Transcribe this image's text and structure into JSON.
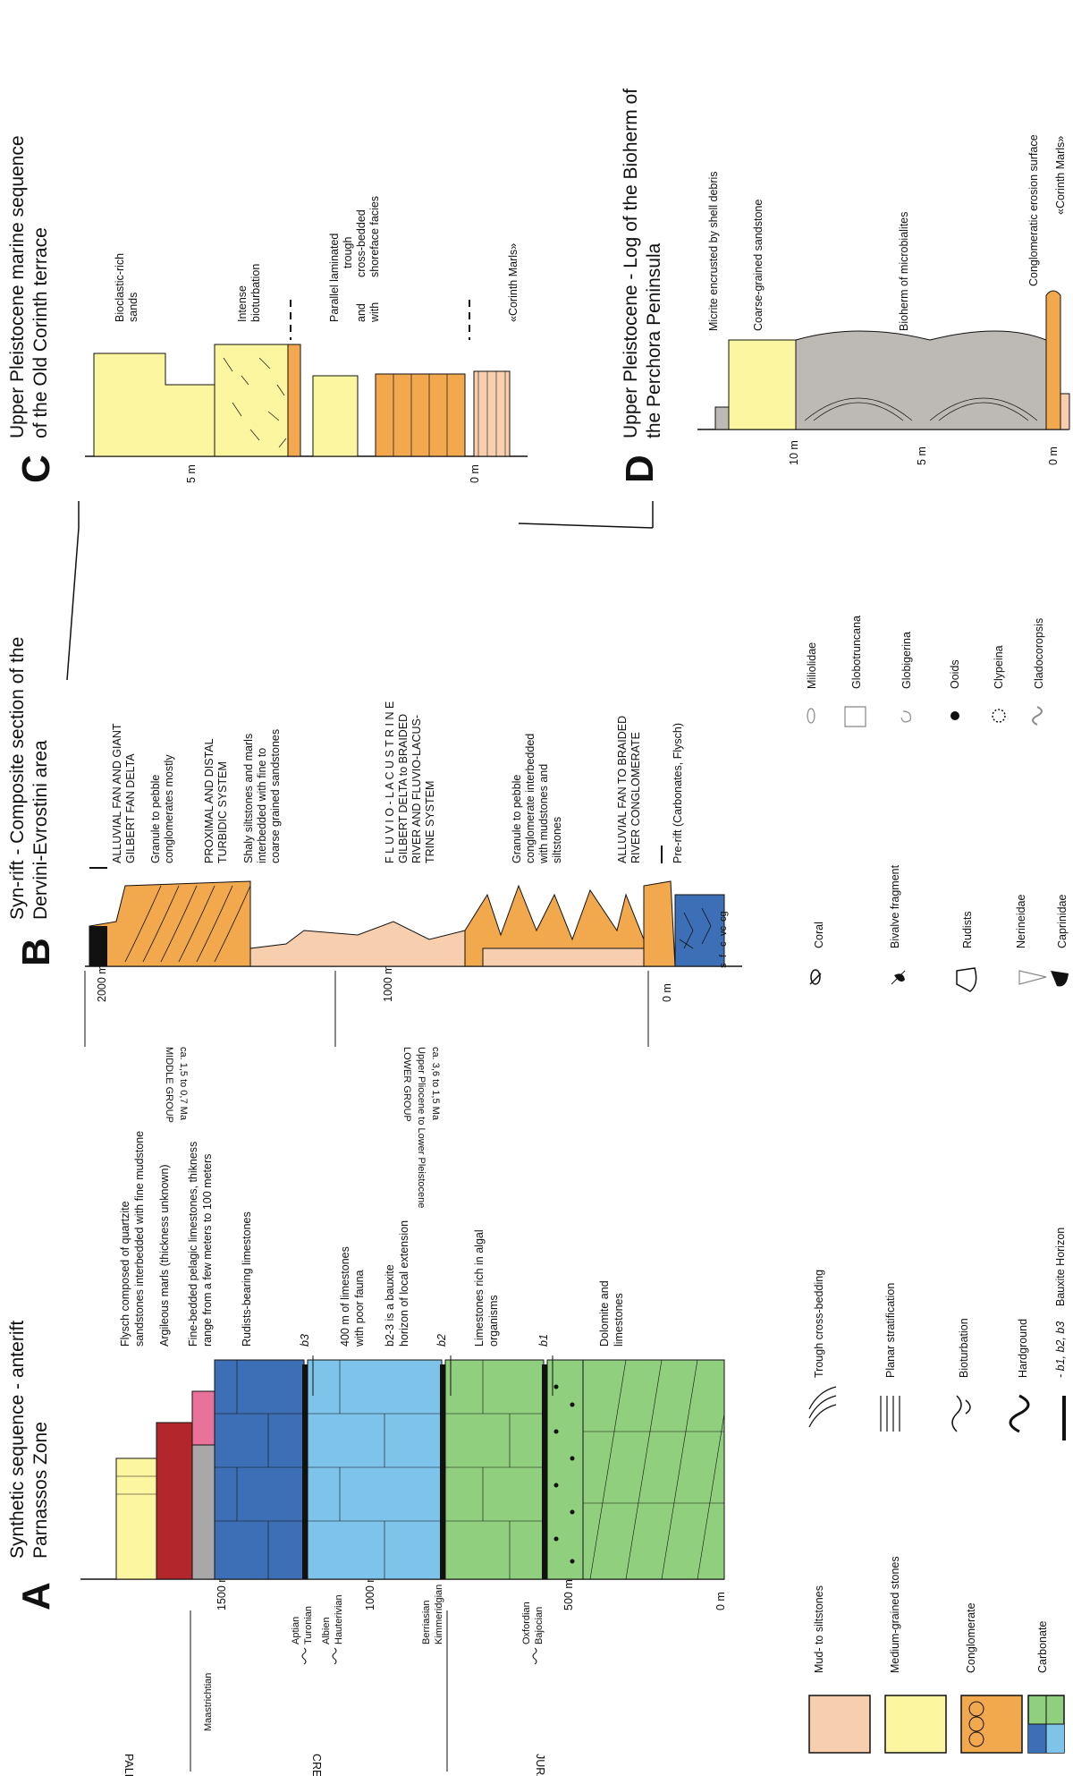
{
  "panelA": {
    "letter": "A",
    "title1": "Synthetic sequence - anterift",
    "title2": "Parnassos Zone",
    "periods": {
      "paleocene": "PALEOCENE",
      "cretaceous": "CRETACEOUS",
      "jurassic": "JURASSIC"
    },
    "stages": {
      "maastrichtian": "Maastrichtian",
      "aptian": "Aptian",
      "turonian": "Turonian",
      "albien": "Albien",
      "hauterivian": "Hauterivian",
      "berriasian": "Berriasian",
      "kimmeridgian": "Kimmeridgian",
      "oxfordian": "Oxfordian",
      "bajocian": "Bajocian"
    },
    "scale": {
      "m1500": "1500 m",
      "m1000": "1000 m",
      "m500": "500 m",
      "m0": "0 m"
    },
    "horizons": {
      "b1": "b1",
      "b2": "b2",
      "b3": "b3"
    },
    "desc": {
      "flysch1": "Flysch composed of quartzite",
      "flysch2": "sandstones interbedded with fine mudstone",
      "marls": "Argileous marls (thickness unknown)",
      "pelagic1": "Fine-bedded pelagic limestones, thikness",
      "pelagic2": "range from a few meters to 100 meters",
      "rudists": "Rudists-bearing limestones",
      "lime400a": "400 m of limestones",
      "lime400b": "with poor fauna",
      "baux1": "b2-3 is a bauxite",
      "baux2": "horizon of local extension",
      "algal1": "Limestones rich in algal",
      "algal2": "organisms",
      "dolo1": "Dolomite and",
      "dolo2": "limestones"
    }
  },
  "panelB": {
    "letter": "B",
    "title1": "Syn-rift - Composite section of the",
    "title2": "Dervini-Evrostini area",
    "groups": {
      "middle1": "MIDDLE GROUP",
      "middle2": "ca. 1,5 to 0,7 Ma",
      "lower1": "LOWER GROUP",
      "lower2": "Upper Pliocene to Lower Pleistocene",
      "lower3": "ca. 3,6 to 1,5 Ma"
    },
    "scale": {
      "m2000": "2000 m",
      "m1000": "1000 m",
      "m0": "0 m"
    },
    "grain": {
      "s": "s",
      "f": "f",
      "c": "c",
      "vc": "vc",
      "cg": "cg"
    },
    "desc": {
      "alluvial1": "ALLUVIAL FAN AND GIANT",
      "alluvial2": "GILBERT FAN DELTA",
      "granule1": "Granule          to          pebble",
      "granule2": "conglomerates mostly",
      "turb1": "PROXIMAL      AND      DISTAL",
      "turb2": "TURBIDIC SYSTEM",
      "shaly1": "Shaly siltstones and marls",
      "shaly2": "interbedded with fine to",
      "shaly3": "coarse grained sandstones",
      "fluvio1": "F L U V I O - L A C U S T R I N E",
      "fluvio2": "GILBERT DELTA to BRAIDED",
      "fluvio3": "RIVER AND FLUVIO-LACUS-",
      "fluvio4": "TRINE SYSTEM",
      "granpeb1": "Granule          to          pebble",
      "granpeb2": "conglomerate interbedded",
      "granpeb3": "with       mudstones       and",
      "granpeb4": "siltstones",
      "braided1": "ALLUVIAL FAN TO BRAIDED",
      "braided2": "RIVER CONGLOMERATE",
      "prerift": "Pre-rift (Carbonates, Flysch)"
    }
  },
  "panelC": {
    "letter": "C",
    "title1": "Upper Pleistocene marine sequence",
    "title2": "of the Old Corinth terrace",
    "scale": {
      "m5": "5 m",
      "m0": "0 m"
    },
    "desc": {
      "bio1": "Bioclastic-rich",
      "bio2": "sands",
      "intense1": "Intense",
      "intense2": "bioturbation",
      "par1": "Parallel laminated",
      "par2": "trough",
      "par3": "and",
      "par4": "cross-bedded",
      "par5": "with",
      "par6": "shoreface facies",
      "marls": "«Corinth Marls»"
    }
  },
  "panelD": {
    "letter": "D",
    "title1": "Upper Pleistocene - Log of the Bioherm of",
    "title2": "the Perchora Peninsula",
    "scale": {
      "m10": "10 m",
      "m5": "5 m",
      "m0": "0 m"
    },
    "desc": {
      "micrite": "Micrite encrusted by shell debris",
      "coarse": "Coarse-grained sandstone",
      "bioherm": "Bioherm of microbialites",
      "erosion": "Conglomeratic erosion surface",
      "marls": "«Corinth Marls»"
    }
  },
  "legend": {
    "lithology": [
      "Mud- to siltstones",
      "Medium-grained stones",
      "Conglomerate",
      "Carbonate"
    ],
    "structures": [
      "Trough cross-bedding",
      "Planar stratification",
      "Bioturbation",
      "Hardground"
    ],
    "bauxite_codes": "- b1, b2, b3",
    "bauxite_label": "Bauxite Horizon",
    "fossils1": [
      "Coral",
      "Bivalve fragment",
      "Rudists",
      "Nerineidae",
      "Caprinidae"
    ],
    "fossils2": [
      "Miliolidae",
      "Globotruncana",
      "Globigerina",
      "Ooids",
      "Clypeina",
      "Cladocoropsis"
    ]
  },
  "colors": {
    "mud": "#f7cfae",
    "sand": "#fdf6a0",
    "conglomerate": "#f2a94d",
    "blue_dark": "#3d6fb6",
    "blue_light": "#7ec3ea",
    "green": "#8fcf7d",
    "red": "#b3272c",
    "pink": "#e8729a",
    "gray": "#a8a8a8",
    "bioherm": "#bdbab5"
  }
}
